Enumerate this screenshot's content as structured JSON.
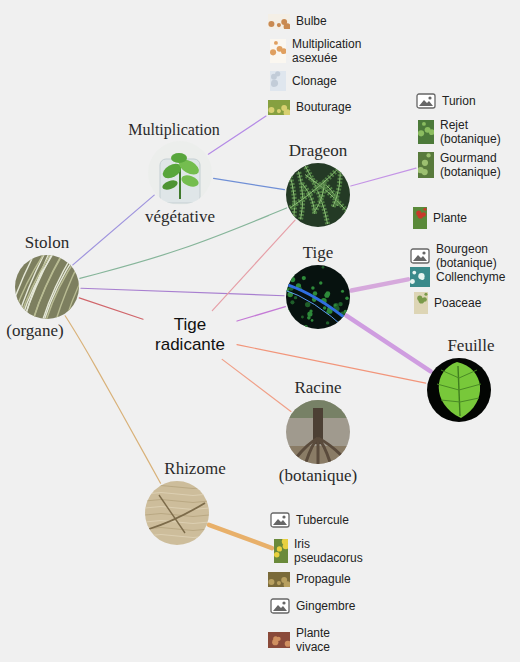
{
  "diagram": {
    "nodes": [
      {
        "text": [
          "Stolon",
          "(organe)"
        ]
      },
      {
        "text": [
          "Multiplication",
          "végétative"
        ]
      },
      {
        "text": [
          "Drageon"
        ]
      },
      {
        "text": [
          "Tige"
        ]
      },
      {
        "text": [
          "Tige radicante"
        ]
      },
      {
        "text": [
          "Feuille"
        ]
      },
      {
        "text": [
          "Racine",
          "(botanique)"
        ]
      },
      {
        "text": [
          "Rhizome"
        ]
      },
      {
        "text": [
          "Bulbe"
        ]
      },
      {
        "text": [
          "Multiplication asexuée"
        ]
      },
      {
        "text": [
          "Clonage"
        ]
      },
      {
        "text": [
          "Bouturage"
        ]
      },
      {
        "text": [
          "Turion"
        ]
      },
      {
        "text": [
          "Rejet (botanique)"
        ]
      },
      {
        "text": [
          "Gourmand (botanique)"
        ]
      },
      {
        "text": [
          "Plante"
        ]
      },
      {
        "text": [
          "Bourgeon (botanique)"
        ]
      },
      {
        "text": [
          "Collenchyme"
        ]
      },
      {
        "text": [
          "Poaceae"
        ]
      },
      {
        "text": [
          "Tubercule"
        ]
      },
      {
        "text": [
          "Iris pseudacorus"
        ]
      },
      {
        "text": [
          "Propagule"
        ]
      },
      {
        "text": [
          "Gingembre"
        ]
      },
      {
        "text": [
          "Plante vivace"
        ]
      }
    ],
    "edges": [
      {
        "from": 0,
        "to": 1,
        "arrow": "none"
      },
      {
        "from": 0,
        "to": 2,
        "arrow": "none"
      },
      {
        "from": 0,
        "to": 3,
        "arrow": "none"
      },
      {
        "from": 0,
        "to": 4,
        "arrow": "none"
      },
      {
        "from": 0,
        "to": 7,
        "arrow": "none"
      },
      {
        "from": 1,
        "to": 2,
        "arrow": "none"
      },
      {
        "from": 1,
        "to": 11,
        "arrow": "none"
      },
      {
        "from": 2,
        "to": 14,
        "arrow": "none"
      },
      {
        "from": 4,
        "to": 2,
        "arrow": "none"
      },
      {
        "from": 4,
        "to": 3,
        "arrow": "none"
      },
      {
        "from": 4,
        "to": 5,
        "arrow": "none"
      },
      {
        "from": 4,
        "to": 6,
        "arrow": "none"
      },
      {
        "from": 3,
        "to": 17,
        "arrow": "none"
      },
      {
        "from": 3,
        "to": 5,
        "arrow": "none"
      },
      {
        "from": 7,
        "to": 20,
        "arrow": "none"
      }
    ]
  }
}
